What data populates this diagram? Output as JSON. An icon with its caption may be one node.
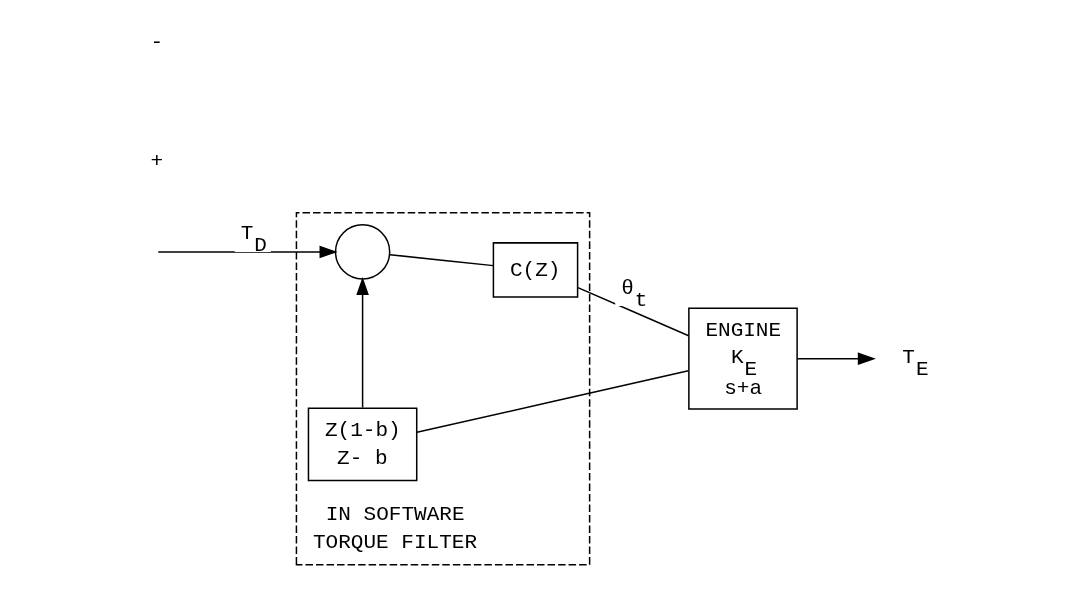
{
  "diagram": {
    "nodes": [
      {
        "text": [
          "IN SOFTWARE",
          "TORQUE FILTER"
        ]
      },
      {
        "text": [],
        "shape": "circle",
        "in": 0
      },
      {
        "text": [
          "C(Z)"
        ],
        "in": 0
      },
      {
        "text": [
          "ENGINE",
          "K$_{E}$",
          "s+a"
        ]
      },
      {
        "text": [
          "Z(1-b)",
          "Z- b"
        ],
        "in": 0
      },
      {
        "text": [
          "T$_{E}$"
        ]
      }
    ],
    "edges": [
      {
        "from": null,
        "to": 1,
        "arrow": "to",
        "label": "T$_{D}$"
      },
      {
        "from": 1,
        "to": 2,
        "arrow": "none"
      },
      {
        "from": 2,
        "to": 3,
        "arrow": "none",
        "label": "θ$_{t}$"
      },
      {
        "from": 3,
        "to": 5,
        "arrow": "to"
      },
      {
        "from": 3,
        "to": 4,
        "arrow": "none"
      },
      {
        "from": 4,
        "to": 1,
        "arrow": "to"
      }
    ],
    "labels": [
      "+",
      "-"
    ]
  }
}
